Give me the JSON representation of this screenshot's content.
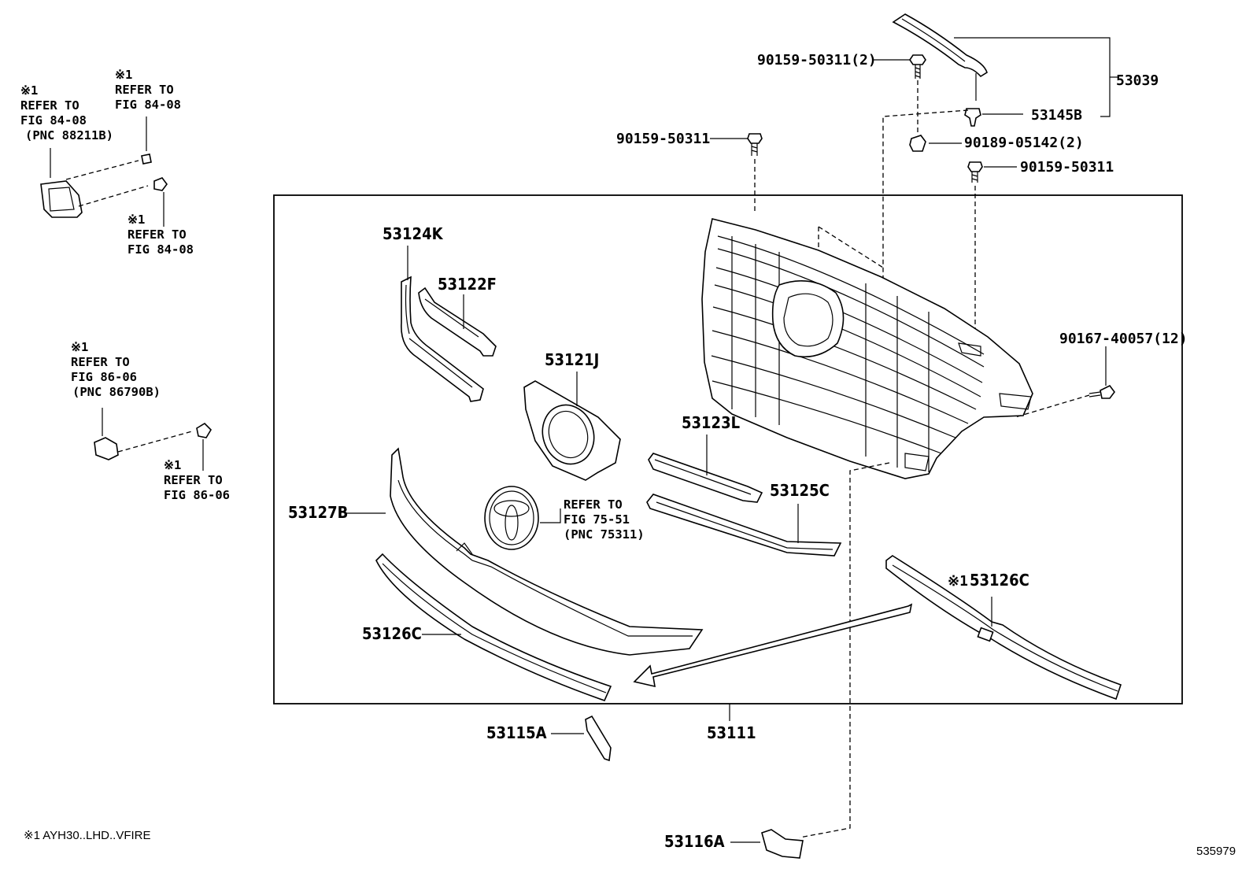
{
  "labels": {
    "p53039": "53039",
    "p53145b": "53145B",
    "bolt_90159_2": "90159-50311(2)",
    "bolt_90159_a": "90159-50311",
    "nut_90189": "90189-05142(2)",
    "bolt_90159_b": "90159-50311",
    "clip_90167": "90167-40057(12)",
    "p53124k": "53124K",
    "p53122f": "53122F",
    "p53121j": "53121J",
    "p53123l": "53123L",
    "p53125c": "53125C",
    "p53127b": "53127B",
    "p53126c_left": "53126C",
    "p53126c_right": "53126C",
    "p53126c_right_mark": "※1",
    "p53115a": "53115A",
    "p53111": "53111",
    "p53116a": "53116A"
  },
  "notes": {
    "ref1": [
      "※1",
      "REFER TO",
      "FIG 84-08",
      "(PNC 88211B)"
    ],
    "ref2": [
      "※1",
      "REFER TO",
      "FIG 84-08"
    ],
    "ref3": [
      "※1",
      "REFER TO",
      "FIG 84-08"
    ],
    "ref4": [
      "※1",
      "REFER TO",
      "FIG 86-06",
      "(PNC 86790B)"
    ],
    "ref5": [
      "※1",
      "REFER TO",
      "FIG 86-06"
    ],
    "emblem": [
      "REFER TO",
      "FIG 75-51",
      "(PNC 75311)"
    ]
  },
  "footnote": "※1 AYH30..LHD..VFIRE",
  "figure_id": "535979"
}
